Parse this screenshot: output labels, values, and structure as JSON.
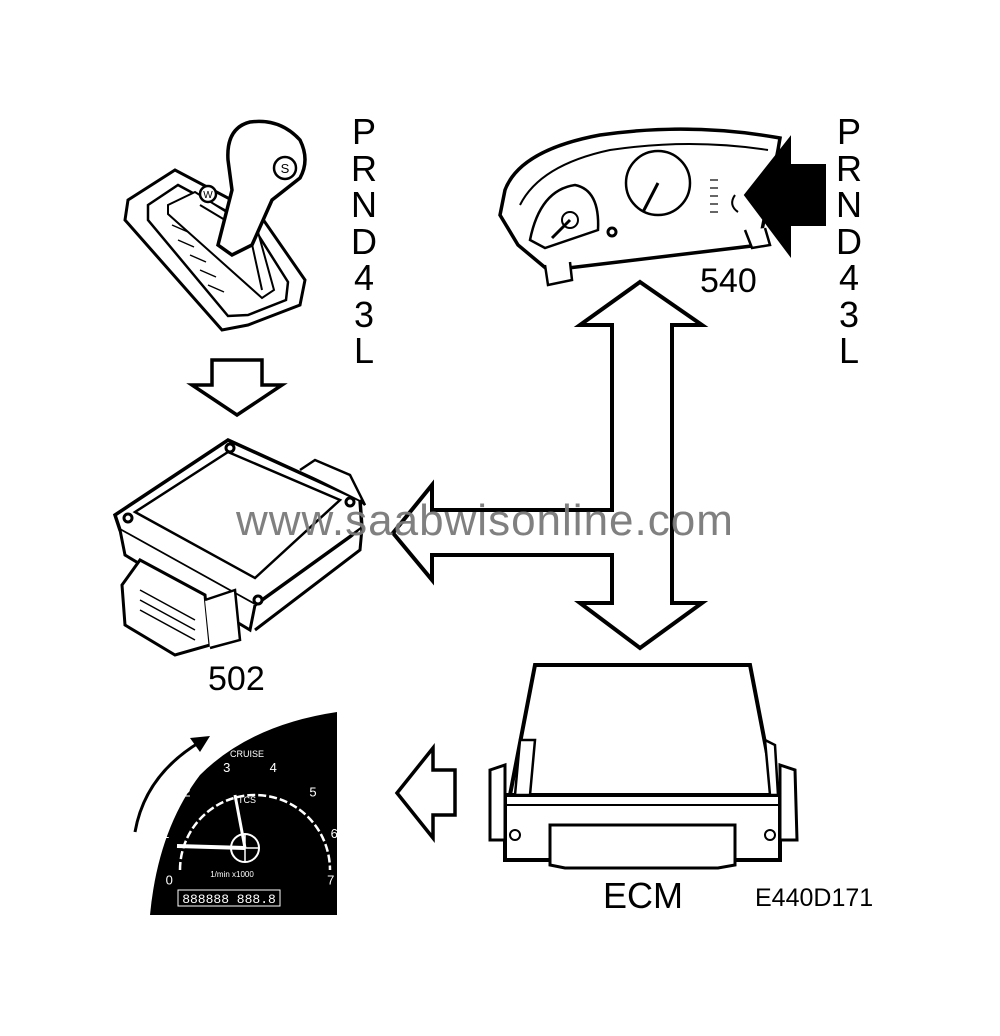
{
  "labels": {
    "module_502": "502",
    "cluster_540": "540",
    "ecm": "ECM",
    "figure_code": "E440D171"
  },
  "gear_positions_left": [
    "P",
    "R",
    "N",
    "D",
    "4",
    "3",
    "L"
  ],
  "gear_positions_right": [
    "P",
    "R",
    "N",
    "D",
    "4",
    "3",
    "L"
  ],
  "watermark": "www.saabwisonline.com",
  "gauge": {
    "title": "CRUISE",
    "subtitle": "TCS",
    "unit": "1/min x1000",
    "ticks": [
      "0",
      "1",
      "2",
      "3",
      "4",
      "5",
      "6",
      "7"
    ],
    "odometer": "888888 888.8"
  },
  "shifter": {
    "knob_letter": "S",
    "plate_letter": "W"
  }
}
